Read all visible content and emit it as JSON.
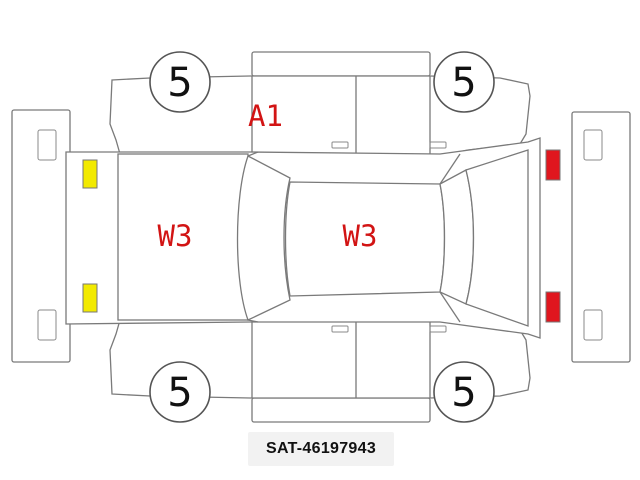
{
  "tire_grades": {
    "front_left": "5",
    "front_right": "5",
    "rear_left": "5",
    "rear_right": "5"
  },
  "damage_marks": {
    "door_top": "A1",
    "hood": "W3",
    "roof": "W3"
  },
  "lamp_colors": {
    "front": "#f2ea00",
    "rear": "#e0161e"
  },
  "reference_code": "SAT-46197943"
}
